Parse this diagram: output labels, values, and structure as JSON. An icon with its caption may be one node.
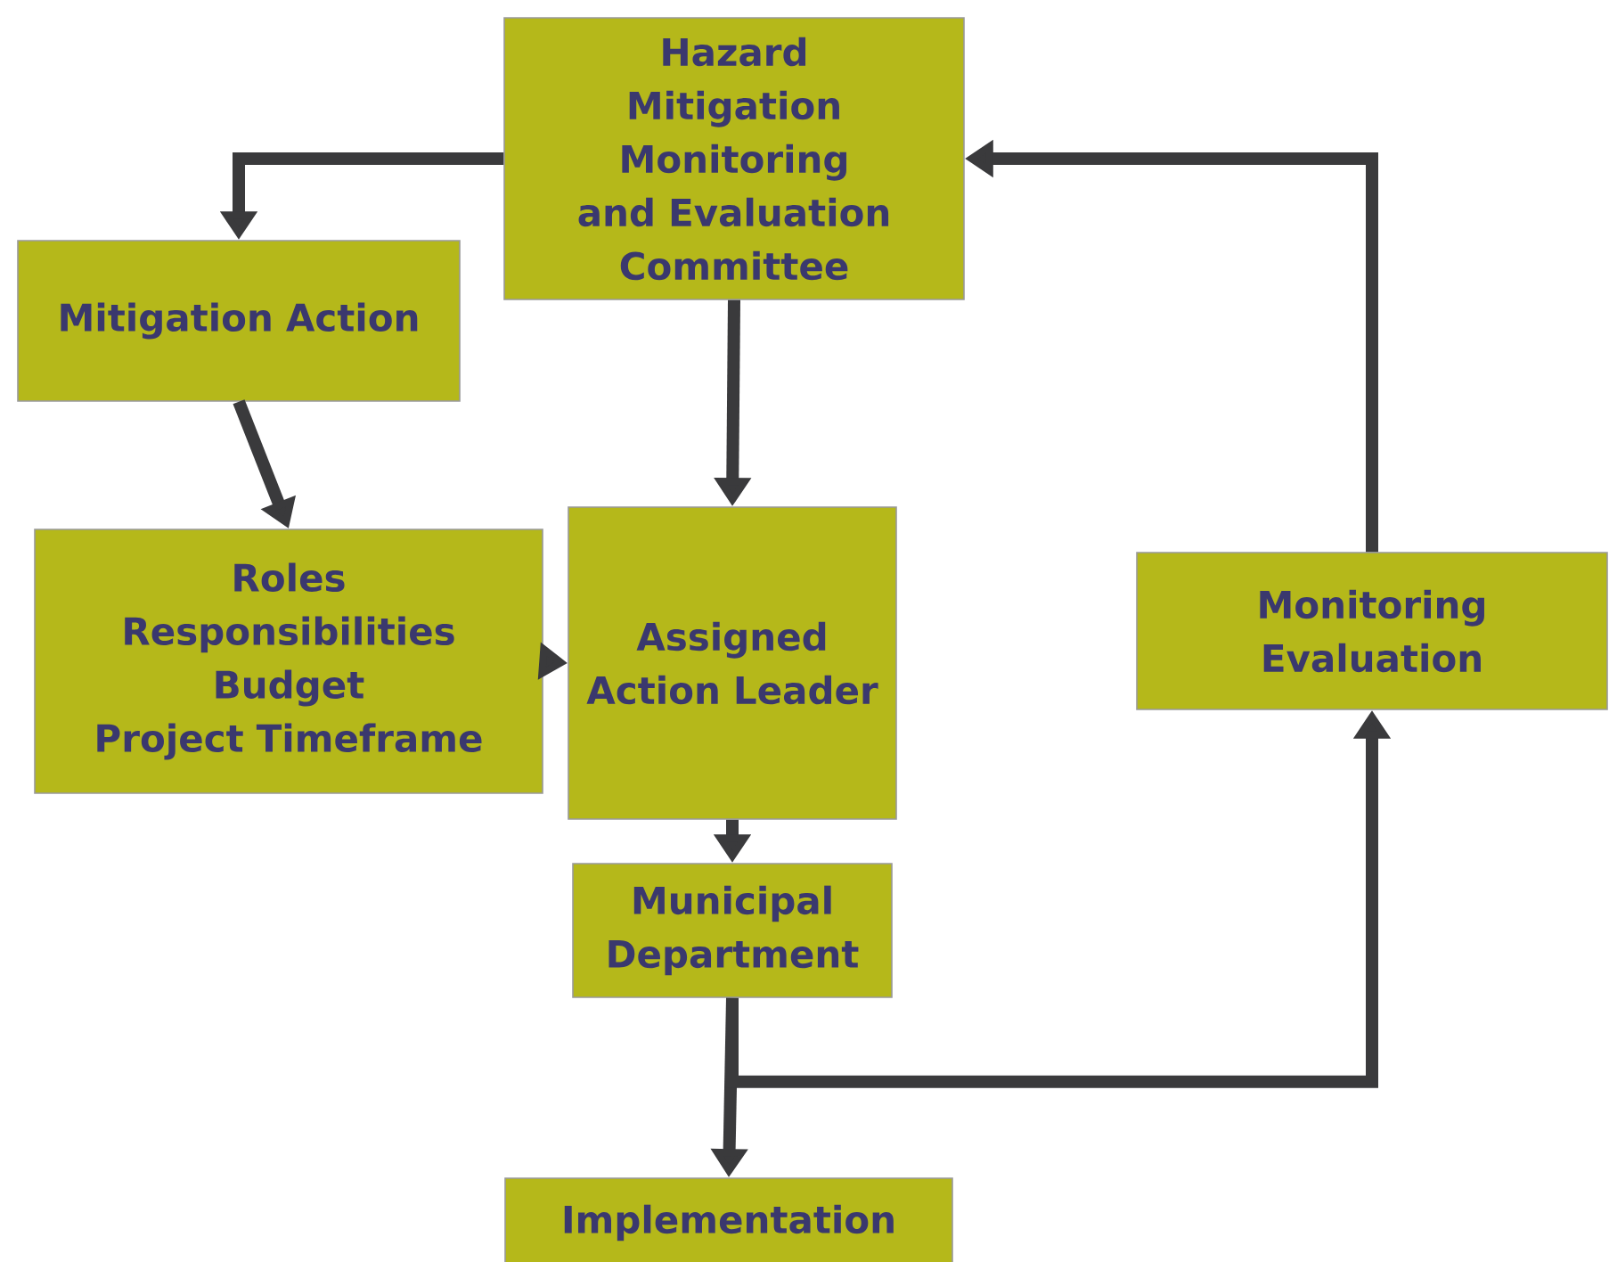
{
  "diagram": {
    "nodes": [
      {
        "text": [
          "Hazard Mitigation Monitoring and Evaluation Committee"
        ]
      },
      {
        "text": [
          "Mitigation Action"
        ]
      },
      {
        "text": [
          "Roles",
          "Responsibilities",
          "Budget",
          "Project Timeframe"
        ]
      },
      {
        "text": [
          "Assigned Action Leader"
        ]
      },
      {
        "text": [
          "Monitoring",
          "Evaluation"
        ]
      },
      {
        "text": [
          "Municipal Department"
        ]
      },
      {
        "text": [
          "Implementation"
        ]
      }
    ],
    "edges": [
      {
        "from": 0,
        "to": 1,
        "arrow": "to"
      },
      {
        "from": 1,
        "to": 2,
        "arrow": "to"
      },
      {
        "from": 0,
        "to": 3,
        "arrow": "to"
      },
      {
        "from": 2,
        "to": 3,
        "arrow": "to"
      },
      {
        "from": 3,
        "to": 5,
        "arrow": "to"
      },
      {
        "from": 5,
        "to": 6,
        "arrow": "to"
      },
      {
        "from": 5,
        "to": 4,
        "arrow": "to"
      },
      {
        "from": 4,
        "to": 0,
        "arrow": "to"
      }
    ]
  }
}
